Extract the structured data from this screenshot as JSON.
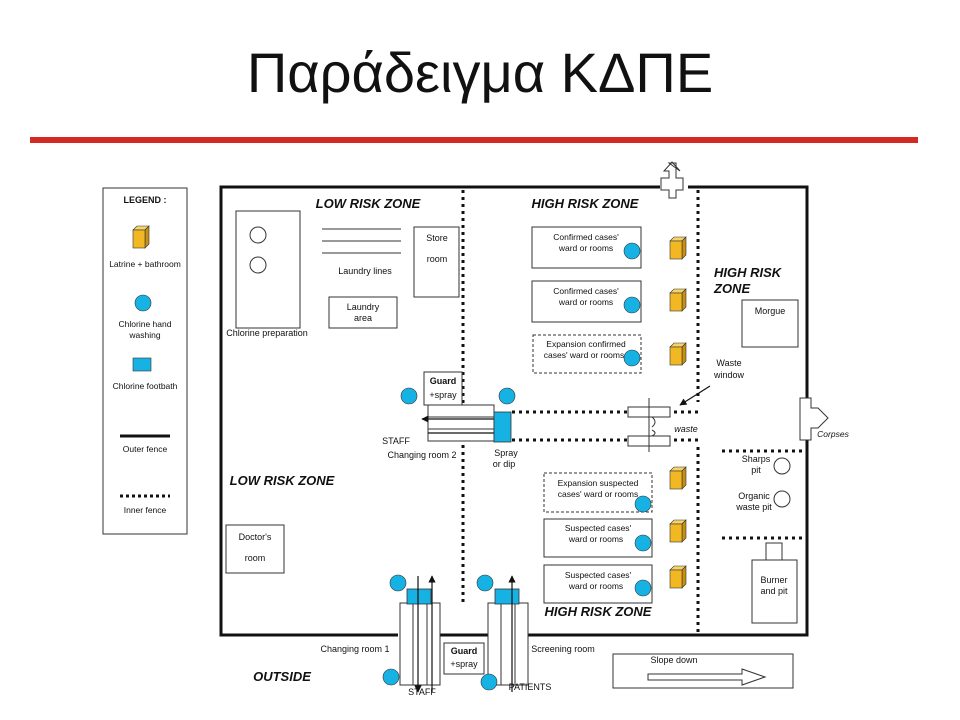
{
  "title": "Παράδειγμα ΚΔΠΕ",
  "colors": {
    "accent_rule": "#d42a26",
    "latrine": "#f2b824",
    "hand_washing": "#16b2e4",
    "footbath": "#16b2e4"
  },
  "legend": {
    "heading": "LEGEND :",
    "latrine": "Latrine + bathroom",
    "hand_washing_1": "Chlorine hand",
    "hand_washing_2": "washing",
    "footbath": "Chlorine footbath",
    "outer_fence": "Outer fence",
    "inner_fence": "Inner fence"
  },
  "zones": {
    "low_top": "LOW RISK ZONE",
    "low_mid": "LOW RISK ZONE",
    "high_top": "HIGH RISK ZONE",
    "high_right_1": "HIGH RISK",
    "high_right_2": "ZONE",
    "high_bottom": "HIGH RISK ZONE",
    "outside": "OUTSIDE"
  },
  "rooms": {
    "chlorine_prep": "Chlorine preparation",
    "laundry_lines": "Laundry lines",
    "store_1": "Store",
    "store_2": "room",
    "laundry_area_1": "Laundry",
    "laundry_area_2": "area",
    "doctor_1": "Doctor's",
    "doctor_2": "room",
    "guard_top_1": "Guard",
    "guard_top_2": "+spray",
    "staff_mid": "STAFF",
    "changing_room_2": "Changing room 2",
    "spray_1": "Spray",
    "spray_2": "or dip",
    "confirmed_1a": "Confirmed cases'",
    "confirmed_1b": "ward or rooms",
    "confirmed_2a": "Confirmed cases'",
    "confirmed_2b": "ward or rooms",
    "exp_confirmed_a": "Expansion confirmed",
    "exp_confirmed_b": "cases' ward or rooms",
    "exp_suspected_a": "Expansion suspected",
    "exp_suspected_b": "cases' ward or rooms",
    "suspected_1a": "Suspected cases'",
    "suspected_1b": "ward or rooms",
    "suspected_2a": "Suspected cases'",
    "suspected_2b": "ward or rooms",
    "morgue": "Morgue",
    "waste_window_1": "Waste",
    "waste_window_2": "window",
    "waste": "waste",
    "corpses": "Corpses",
    "sharps_1": "Sharps",
    "sharps_2": "pit",
    "organic_1": "Organic",
    "organic_2": "waste pit",
    "burner_1": "Burner",
    "burner_2": "and pit",
    "changing_room_1": "Changing room 1",
    "guard_bottom_1": "Guard",
    "guard_bottom_2": "+spray",
    "screening_room": "Screening room",
    "staff_bottom": "STAFF",
    "patients": "PATIENTS",
    "slope_down": "Slope down"
  }
}
